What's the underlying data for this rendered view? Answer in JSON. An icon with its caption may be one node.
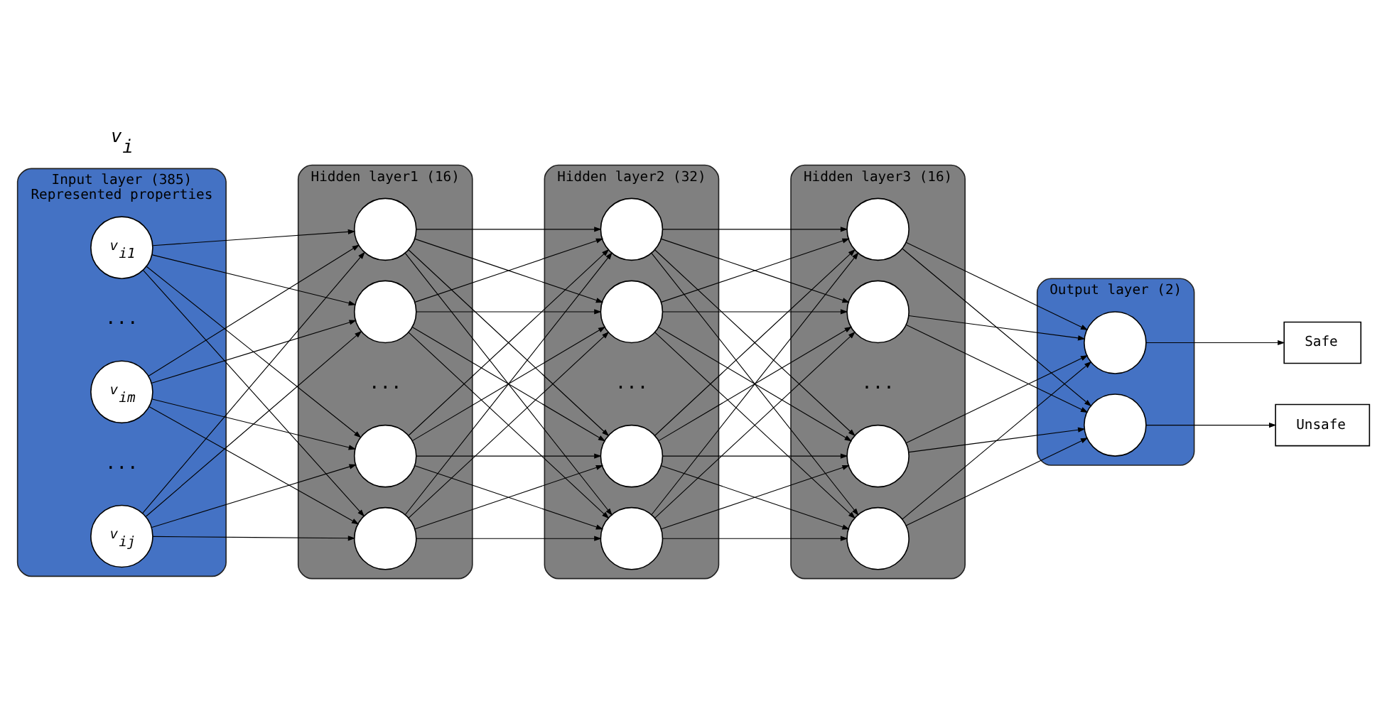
{
  "diagram": {
    "nodes": [
      {
        "text": [
          "Input layer (385)"
        ],
        "beside": [
          "Represented properties"
        ]
      },
      {
        "text": [
          "v$_{i1}$"
        ],
        "in": 0
      },
      {
        "text": [
          "v$_{im}$"
        ],
        "in": 0
      },
      {
        "text": [
          "v$_{ij}$"
        ],
        "in": 0
      },
      {
        "text": [
          "Hidden layer1 (16)"
        ]
      },
      {
        "text": [],
        "shape": "circle",
        "in": 4
      },
      {
        "text": [],
        "shape": "circle",
        "in": 4
      },
      {
        "text": [],
        "shape": "circle",
        "in": 4
      },
      {
        "text": [],
        "shape": "circle",
        "in": 4
      },
      {
        "text": [
          "Hidden layer2 (32)"
        ]
      },
      {
        "text": [],
        "shape": "circle",
        "in": 9
      },
      {
        "text": [],
        "shape": "circle",
        "in": 9
      },
      {
        "text": [],
        "shape": "circle",
        "in": 9
      },
      {
        "text": [],
        "shape": "circle",
        "in": 9
      },
      {
        "text": [
          "Hidden layer3 (16)"
        ]
      },
      {
        "text": [],
        "shape": "circle",
        "in": 14
      },
      {
        "text": [],
        "shape": "circle",
        "in": 14
      },
      {
        "text": [],
        "shape": "circle",
        "in": 14
      },
      {
        "text": [],
        "shape": "circle",
        "in": 14
      },
      {
        "text": [
          "Output layer (2)"
        ]
      },
      {
        "text": [],
        "shape": "circle",
        "in": 19
      },
      {
        "text": [],
        "shape": "circle",
        "in": 19
      },
      {
        "text": [
          "Safe"
        ]
      },
      {
        "text": [
          "Unsafe"
        ]
      }
    ],
    "edges": [
      {
        "from": 1,
        "to": 5,
        "arrow": "to"
      },
      {
        "from": 1,
        "to": 6,
        "arrow": "to"
      },
      {
        "from": 1,
        "to": 7,
        "arrow": "to"
      },
      {
        "from": 1,
        "to": 8,
        "arrow": "to"
      },
      {
        "from": 2,
        "to": 5,
        "arrow": "to"
      },
      {
        "from": 2,
        "to": 6,
        "arrow": "to"
      },
      {
        "from": 2,
        "to": 7,
        "arrow": "to"
      },
      {
        "from": 2,
        "to": 8,
        "arrow": "to"
      },
      {
        "from": 3,
        "to": 5,
        "arrow": "to"
      },
      {
        "from": 3,
        "to": 6,
        "arrow": "to"
      },
      {
        "from": 3,
        "to": 7,
        "arrow": "to"
      },
      {
        "from": 3,
        "to": 8,
        "arrow": "to"
      },
      {
        "from": 5,
        "to": 10,
        "arrow": "to"
      },
      {
        "from": 5,
        "to": 11,
        "arrow": "to"
      },
      {
        "from": 5,
        "to": 12,
        "arrow": "to"
      },
      {
        "from": 5,
        "to": 13,
        "arrow": "to"
      },
      {
        "from": 6,
        "to": 10,
        "arrow": "to"
      },
      {
        "from": 6,
        "to": 11,
        "arrow": "to"
      },
      {
        "from": 6,
        "to": 12,
        "arrow": "to"
      },
      {
        "from": 6,
        "to": 13,
        "arrow": "to"
      },
      {
        "from": 7,
        "to": 10,
        "arrow": "to"
      },
      {
        "from": 7,
        "to": 11,
        "arrow": "to"
      },
      {
        "from": 7,
        "to": 12,
        "arrow": "to"
      },
      {
        "from": 7,
        "to": 13,
        "arrow": "to"
      },
      {
        "from": 8,
        "to": 10,
        "arrow": "to"
      },
      {
        "from": 8,
        "to": 11,
        "arrow": "to"
      },
      {
        "from": 8,
        "to": 12,
        "arrow": "to"
      },
      {
        "from": 8,
        "to": 13,
        "arrow": "to"
      },
      {
        "from": 10,
        "to": 15,
        "arrow": "to"
      },
      {
        "from": 10,
        "to": 16,
        "arrow": "to"
      },
      {
        "from": 10,
        "to": 17,
        "arrow": "to"
      },
      {
        "from": 10,
        "to": 18,
        "arrow": "to"
      },
      {
        "from": 11,
        "to": 15,
        "arrow": "to"
      },
      {
        "from": 11,
        "to": 16,
        "arrow": "to"
      },
      {
        "from": 11,
        "to": 17,
        "arrow": "to"
      },
      {
        "from": 11,
        "to": 18,
        "arrow": "to"
      },
      {
        "from": 12,
        "to": 15,
        "arrow": "to"
      },
      {
        "from": 12,
        "to": 16,
        "arrow": "to"
      },
      {
        "from": 12,
        "to": 17,
        "arrow": "to"
      },
      {
        "from": 12,
        "to": 18,
        "arrow": "to"
      },
      {
        "from": 13,
        "to": 15,
        "arrow": "to"
      },
      {
        "from": 13,
        "to": 16,
        "arrow": "to"
      },
      {
        "from": 13,
        "to": 17,
        "arrow": "to"
      },
      {
        "from": 13,
        "to": 18,
        "arrow": "to"
      },
      {
        "from": 15,
        "to": 20,
        "arrow": "to"
      },
      {
        "from": 15,
        "to": 21,
        "arrow": "to"
      },
      {
        "from": 16,
        "to": 20,
        "arrow": "to"
      },
      {
        "from": 16,
        "to": 21,
        "arrow": "to"
      },
      {
        "from": 17,
        "to": 20,
        "arrow": "to"
      },
      {
        "from": 17,
        "to": 21,
        "arrow": "to"
      },
      {
        "from": 18,
        "to": 20,
        "arrow": "to"
      },
      {
        "from": 18,
        "to": 21,
        "arrow": "to"
      },
      {
        "from": 20,
        "to": 22,
        "arrow": "to"
      },
      {
        "from": 21,
        "to": 23,
        "arrow": "to"
      }
    ],
    "labels": [
      "v$_{i}$",
      "...",
      "...",
      "...",
      "...",
      "..."
    ]
  }
}
